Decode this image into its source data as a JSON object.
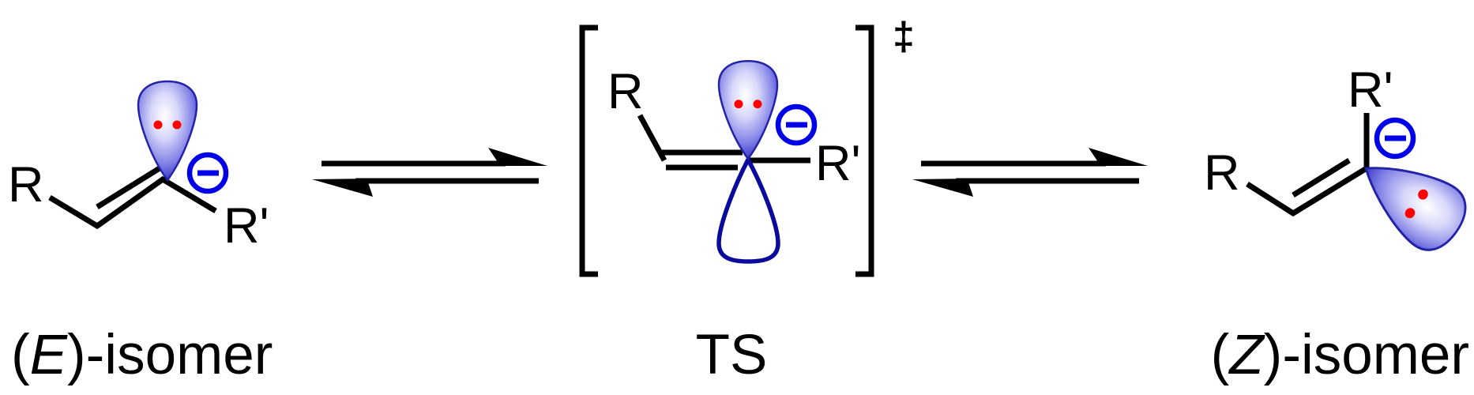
{
  "diagram": {
    "e_isomer": {
      "substituent_r": "R",
      "substituent_r_prime": "R'",
      "label_open": "(",
      "label_italic": "E",
      "label_rest": ")-isomer"
    },
    "transition_state": {
      "substituent_r": "R",
      "substituent_r_prime": "R'",
      "double_dagger": "‡",
      "label": "TS"
    },
    "z_isomer": {
      "substituent_r": "R",
      "substituent_r_prime": "R'",
      "label_open": "(",
      "label_italic": "Z",
      "label_rest": ")-isomer"
    },
    "colors": {
      "bond": "#000000",
      "charge": "#0000e6",
      "electron_pair": "#ff0000",
      "orbital_edge": "#2323a8",
      "orbital_outline": "#0a0a9c"
    }
  }
}
